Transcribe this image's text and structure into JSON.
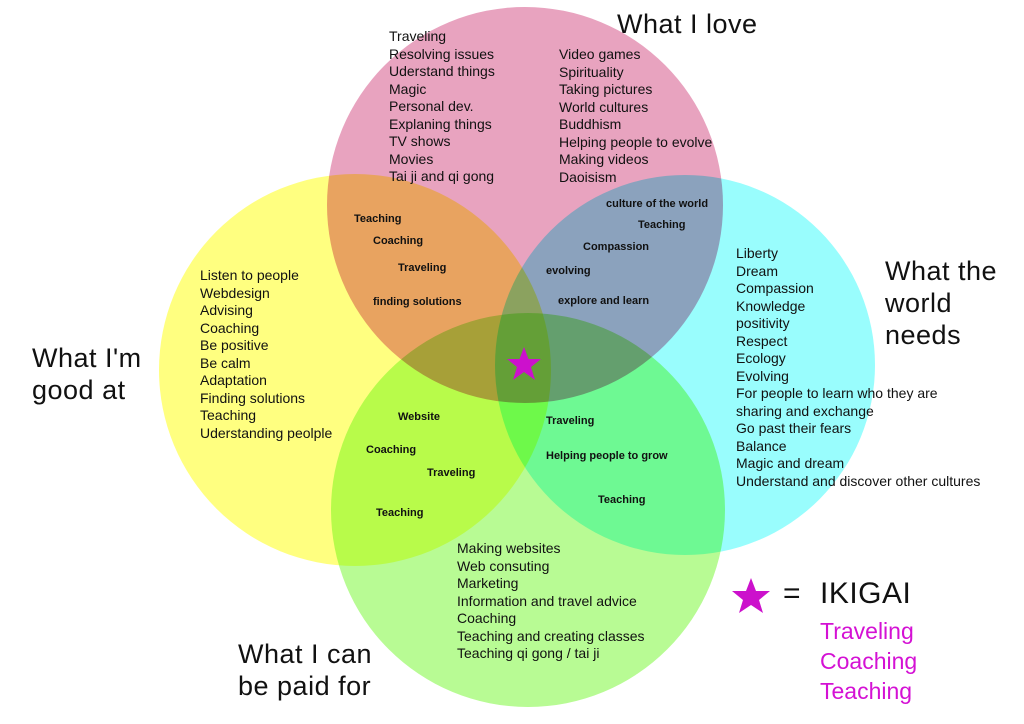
{
  "titles": {
    "love": "What I love",
    "needs_1": "What the",
    "needs_2": "world needs",
    "good_1": "What I'm",
    "good_2": "good at",
    "paid_1": "What I can",
    "paid_2": "be paid for"
  },
  "love_items_left": [
    "Traveling",
    "Resolving issues",
    "Uderstand things",
    "Magic",
    "Personal dev.",
    "Explaning things",
    "TV shows",
    "Movies",
    "Tai ji and qi gong"
  ],
  "love_items_right": [
    "Video games",
    "Spirituality",
    "Taking pictures",
    "World cultures",
    "Buddhism",
    "Helping people to evolve",
    "Making videos",
    "Daoisism"
  ],
  "good_items": [
    "Listen to people",
    "Webdesign",
    "Advising",
    "Coaching",
    "Be positive",
    "Be calm",
    "Adaptation",
    "Finding solutions",
    "Teaching",
    "Uderstanding peolple"
  ],
  "needs_items": [
    "Liberty",
    "Dream",
    "Compassion",
    "Knowledge",
    "positivity",
    "Respect",
    "Ecology",
    "Evolving",
    "For people to learn who they are",
    "sharing and exchange",
    "Go past their fears",
    "Balance",
    "Magic and dream",
    "Understand and discover other cultures"
  ],
  "paid_items": [
    "Making websites",
    "Web consuting",
    "Marketing",
    "Information and travel advice",
    "Coaching",
    "Teaching and creating classes",
    "Teaching qi gong / tai ji"
  ],
  "overlap_love_good": [
    "Teaching",
    "Coaching",
    "Traveling",
    "finding solutions"
  ],
  "overlap_love_needs": [
    "culture of the world",
    "Teaching",
    "Compassion",
    "evolving",
    "explore and learn"
  ],
  "overlap_good_paid": [
    "Website",
    "Coaching",
    "Traveling",
    "Teaching"
  ],
  "overlap_needs_paid": [
    "Traveling",
    "Helping people to grow",
    "Teaching"
  ],
  "legend": {
    "equals": "=",
    "label": "IKIGAI",
    "items": [
      "Traveling",
      "Coaching",
      "Teaching"
    ]
  },
  "colors": {
    "love": "#e8a3bf",
    "good": "#ffff80",
    "needs": "#99fdfd",
    "paid": "#b8fb94",
    "star": "#cc11cc"
  }
}
